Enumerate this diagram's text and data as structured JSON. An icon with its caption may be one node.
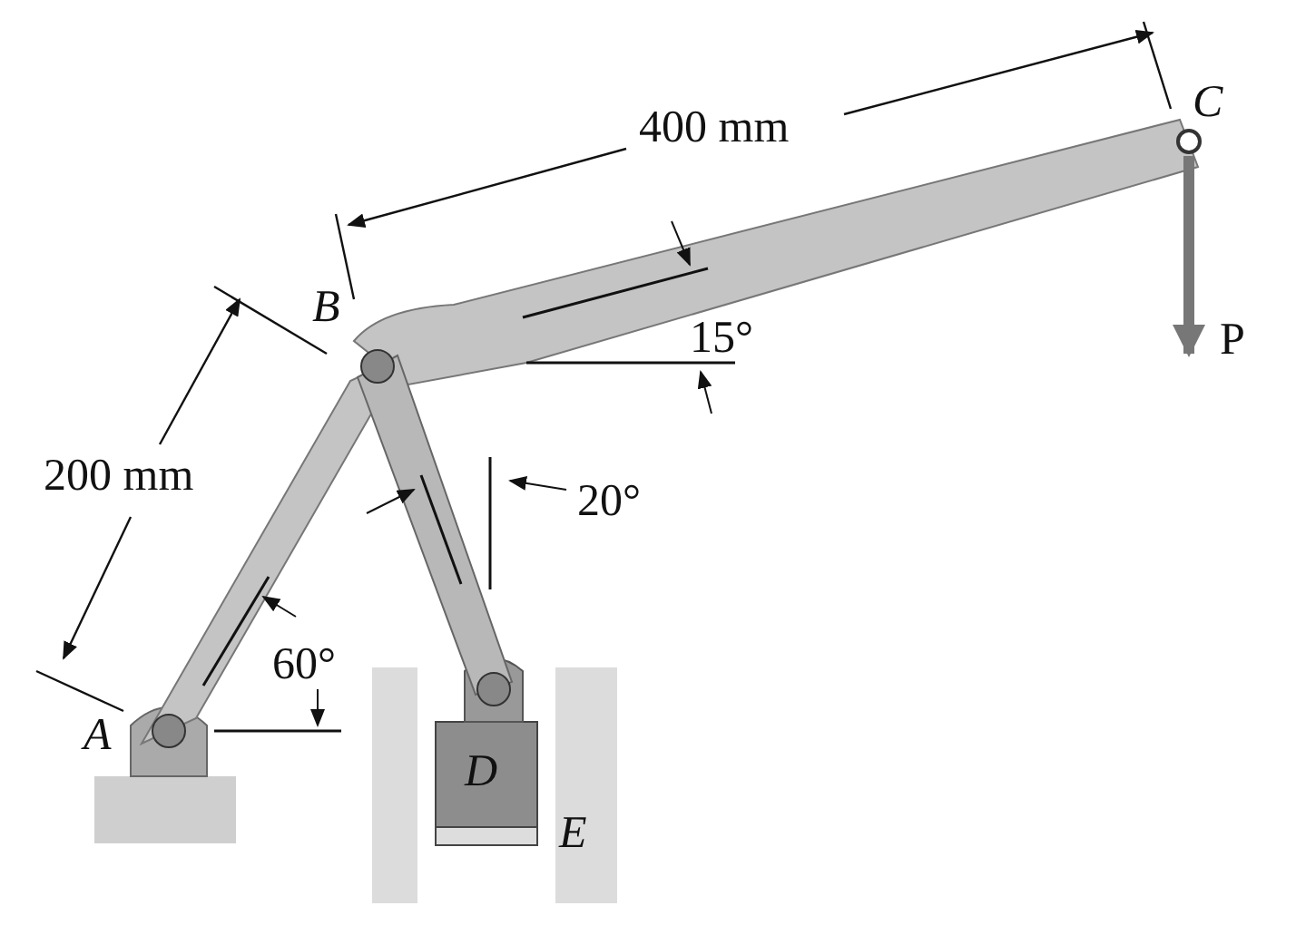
{
  "diagram": {
    "labels": [
      "400 mm",
      "C",
      "B",
      "15°",
      "P",
      "200 mm",
      "20°",
      "60°",
      "A",
      "D",
      "E"
    ]
  }
}
